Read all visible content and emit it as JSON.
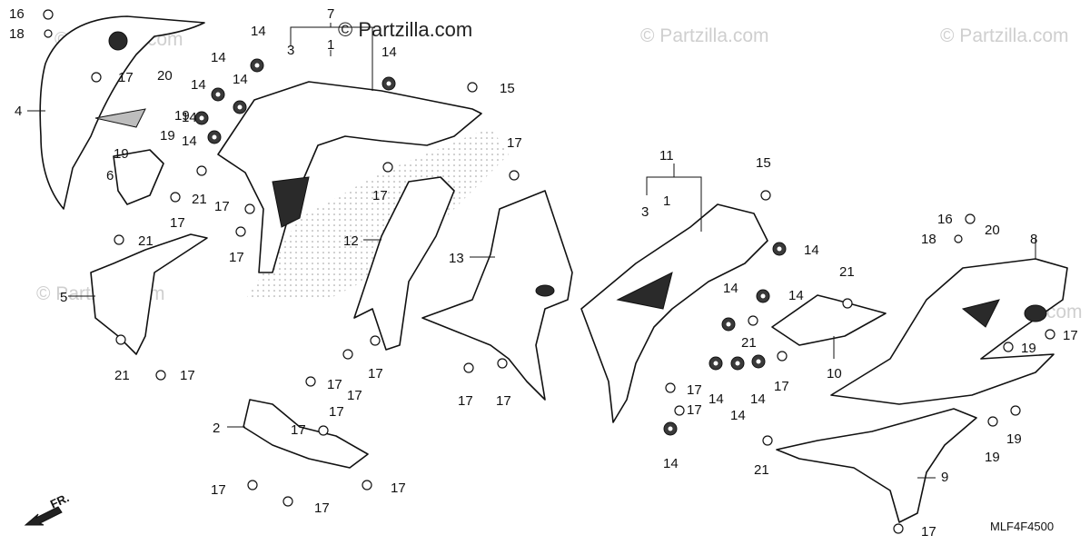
{
  "watermarks": {
    "main": "© Partzilla.com",
    "faded": "© Partzilla.com"
  },
  "diagram_code": "MLF4F4500",
  "direction_label": "FR.",
  "callouts": [
    {
      "id": "c16a",
      "text": "16"
    },
    {
      "id": "c18a",
      "text": "18"
    },
    {
      "id": "c4",
      "text": "4"
    },
    {
      "id": "c17a",
      "text": "17"
    },
    {
      "id": "c20a",
      "text": "20"
    },
    {
      "id": "c19a",
      "text": "19"
    },
    {
      "id": "c19b",
      "text": "19"
    },
    {
      "id": "c19c",
      "text": "19"
    },
    {
      "id": "c6",
      "text": "6"
    },
    {
      "id": "c21a",
      "text": "21"
    },
    {
      "id": "c17b",
      "text": "17"
    },
    {
      "id": "c21b",
      "text": "21"
    },
    {
      "id": "c5",
      "text": "5"
    },
    {
      "id": "c21c",
      "text": "21"
    },
    {
      "id": "c17c",
      "text": "17"
    },
    {
      "id": "c14a",
      "text": "14"
    },
    {
      "id": "c14b",
      "text": "14"
    },
    {
      "id": "c14c",
      "text": "14"
    },
    {
      "id": "c14d",
      "text": "14"
    },
    {
      "id": "c14e",
      "text": "14"
    },
    {
      "id": "c14f",
      "text": "14"
    },
    {
      "id": "c7",
      "text": "7"
    },
    {
      "id": "c3a",
      "text": "3"
    },
    {
      "id": "c1a",
      "text": "1"
    },
    {
      "id": "c14g",
      "text": "14"
    },
    {
      "id": "c15a",
      "text": "15"
    },
    {
      "id": "c17d",
      "text": "17"
    },
    {
      "id": "c17e",
      "text": "17"
    },
    {
      "id": "c17f",
      "text": "17"
    },
    {
      "id": "c17g",
      "text": "17"
    },
    {
      "id": "c12",
      "text": "12"
    },
    {
      "id": "c13",
      "text": "13"
    },
    {
      "id": "c17h",
      "text": "17"
    },
    {
      "id": "c17i",
      "text": "17"
    },
    {
      "id": "c17j",
      "text": "17"
    },
    {
      "id": "c17k",
      "text": "17"
    },
    {
      "id": "c17l",
      "text": "17"
    },
    {
      "id": "c17m",
      "text": "17"
    },
    {
      "id": "c17n",
      "text": "17"
    },
    {
      "id": "c2",
      "text": "2"
    },
    {
      "id": "c17o",
      "text": "17"
    },
    {
      "id": "c17p",
      "text": "17"
    },
    {
      "id": "c17q",
      "text": "17"
    },
    {
      "id": "c11",
      "text": "11"
    },
    {
      "id": "c3b",
      "text": "3"
    },
    {
      "id": "c1b",
      "text": "1"
    },
    {
      "id": "c15b",
      "text": "15"
    },
    {
      "id": "c14h",
      "text": "14"
    },
    {
      "id": "c14i",
      "text": "14"
    },
    {
      "id": "c14j",
      "text": "14"
    },
    {
      "id": "c21d",
      "text": "21"
    },
    {
      "id": "c21e",
      "text": "21"
    },
    {
      "id": "c10",
      "text": "10"
    },
    {
      "id": "c17r",
      "text": "17"
    },
    {
      "id": "c14k",
      "text": "14"
    },
    {
      "id": "c14l",
      "text": "14"
    },
    {
      "id": "c14m",
      "text": "14"
    },
    {
      "id": "c17s",
      "text": "17"
    },
    {
      "id": "c17t",
      "text": "17"
    },
    {
      "id": "c14n",
      "text": "14"
    },
    {
      "id": "c16b",
      "text": "16"
    },
    {
      "id": "c18b",
      "text": "18"
    },
    {
      "id": "c20b",
      "text": "20"
    },
    {
      "id": "c8",
      "text": "8"
    },
    {
      "id": "c17u",
      "text": "17"
    },
    {
      "id": "c19d",
      "text": "19"
    },
    {
      "id": "c19e",
      "text": "19"
    },
    {
      "id": "c19f",
      "text": "19"
    },
    {
      "id": "c21f",
      "text": "21"
    },
    {
      "id": "c9",
      "text": "9"
    },
    {
      "id": "c17v",
      "text": "17"
    }
  ]
}
